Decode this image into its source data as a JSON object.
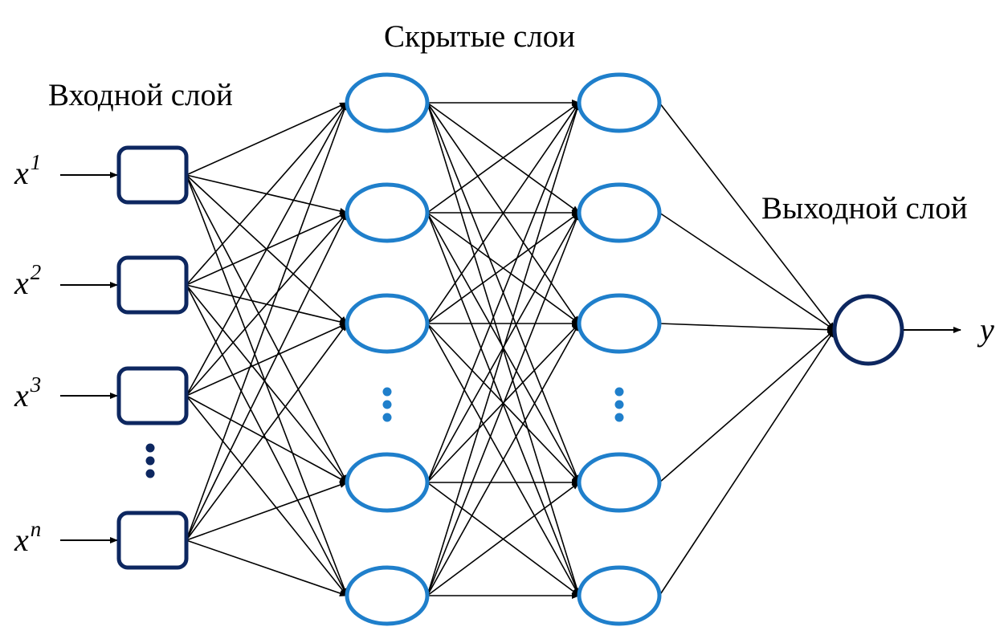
{
  "titles": {
    "input_layer": "Входной слой",
    "hidden_layers": "Скрытые слои",
    "output_layer": "Выходной слой"
  },
  "inputs": [
    {
      "base": "x",
      "sup": "1"
    },
    {
      "base": "x",
      "sup": "2"
    },
    {
      "base": "x",
      "sup": "3"
    },
    {
      "base": "x",
      "sup": "n"
    }
  ],
  "output_label": "y",
  "colors": {
    "input_node_stroke": "#0d2760",
    "hidden_node_stroke": "#1f7fcb",
    "output_node_stroke": "#0d2760",
    "ellipsis_input": "#0d2760",
    "ellipsis_hidden": "#1f7fcb",
    "edge": "#000000"
  },
  "structure": {
    "input_nodes": 4,
    "hidden_layers": 2,
    "hidden_nodes_per_layer": 5,
    "output_nodes": 1,
    "fully_connected": true
  }
}
